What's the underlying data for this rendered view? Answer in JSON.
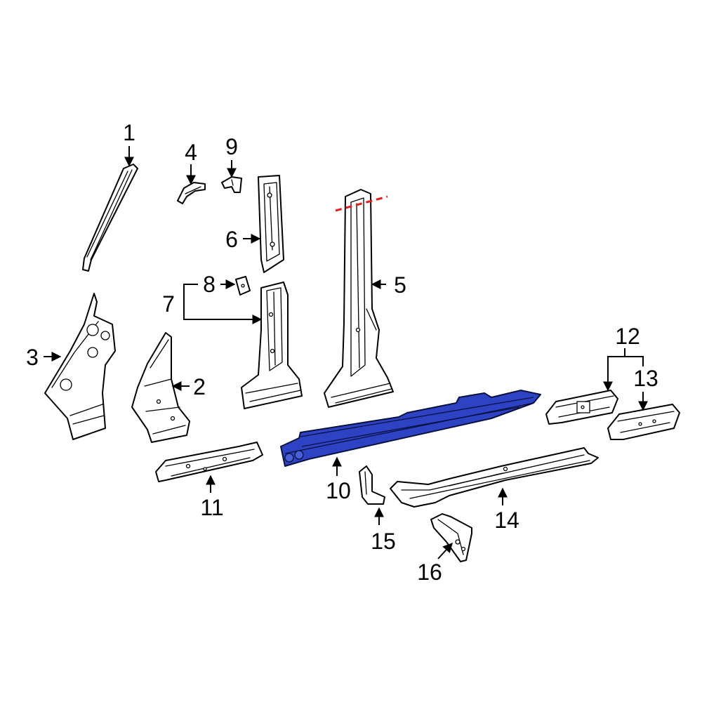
{
  "diagram": {
    "highlight_color": "#2e43c4",
    "cut_line_color": "#e32020",
    "callouts": [
      {
        "id": "c1",
        "label": "1"
      },
      {
        "id": "c2",
        "label": "2"
      },
      {
        "id": "c3",
        "label": "3"
      },
      {
        "id": "c4",
        "label": "4"
      },
      {
        "id": "c5",
        "label": "5"
      },
      {
        "id": "c6",
        "label": "6"
      },
      {
        "id": "c7",
        "label": "7"
      },
      {
        "id": "c8",
        "label": "8"
      },
      {
        "id": "c9",
        "label": "9"
      },
      {
        "id": "c10",
        "label": "10"
      },
      {
        "id": "c11",
        "label": "11"
      },
      {
        "id": "c12",
        "label": "12"
      },
      {
        "id": "c13",
        "label": "13"
      },
      {
        "id": "c14",
        "label": "14"
      },
      {
        "id": "c15",
        "label": "15"
      },
      {
        "id": "c16",
        "label": "16"
      }
    ],
    "highlighted_part": "10"
  }
}
